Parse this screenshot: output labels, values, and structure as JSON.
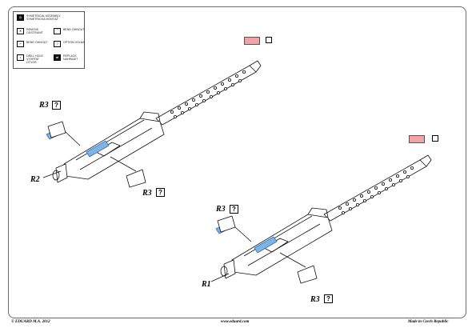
{
  "legend": {
    "items": [
      {
        "icon": "symmetrical-icon",
        "text": "SYMETRICAL ASSEMBLY SYMETRICKÁ MONTÁŽ"
      },
      {
        "icon": "remove-icon",
        "text": "REMOVE ODSTRANIT"
      },
      {
        "icon": "bend-icon",
        "text": "BEND OHNOUT"
      },
      {
        "icon": "bend-alt-icon",
        "text": "BEND OHNOUT"
      },
      {
        "icon": "option-icon",
        "text": "OPTION VOLBA"
      },
      {
        "icon": "drill-icon",
        "text": "DRILL HOLE VYVRTAT OTVOR"
      },
      {
        "icon": "replace-icon",
        "text": "REPLACE NAHRADIT"
      }
    ]
  },
  "labels": {
    "r3_top": "R3",
    "r2": "R2",
    "r3_mid": "R3",
    "r3_lower": "R3",
    "r1": "R1",
    "r3_bottom": "R3",
    "question": "?"
  },
  "footer": {
    "copyright": "© EDUARD M.A. 2012",
    "website": "www.eduard.com",
    "origin": "Made in Czech Republic"
  },
  "colors": {
    "paint_flag": "#f2a3a8",
    "photo_etch_part": "#7fb3e6"
  }
}
